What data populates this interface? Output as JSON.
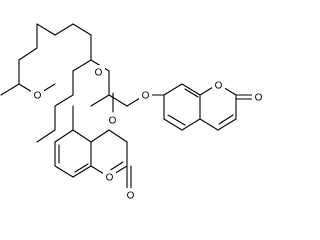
{
  "diagram": {
    "type": "chemical-structure",
    "atom_labels": [
      {
        "id": "o-carbonyl-left",
        "text": "O"
      },
      {
        "id": "o-ester-left",
        "text": "O"
      },
      {
        "id": "o-carbonyl-middle",
        "text": "O"
      },
      {
        "id": "o-ester-right",
        "text": "O"
      },
      {
        "id": "o-ring-right",
        "text": "O"
      },
      {
        "id": "o-lactone-carbonyl-right",
        "text": "O"
      },
      {
        "id": "o-ring-bottom",
        "text": "O"
      },
      {
        "id": "o-lactone-carbonyl-bottom",
        "text": "O"
      }
    ]
  }
}
